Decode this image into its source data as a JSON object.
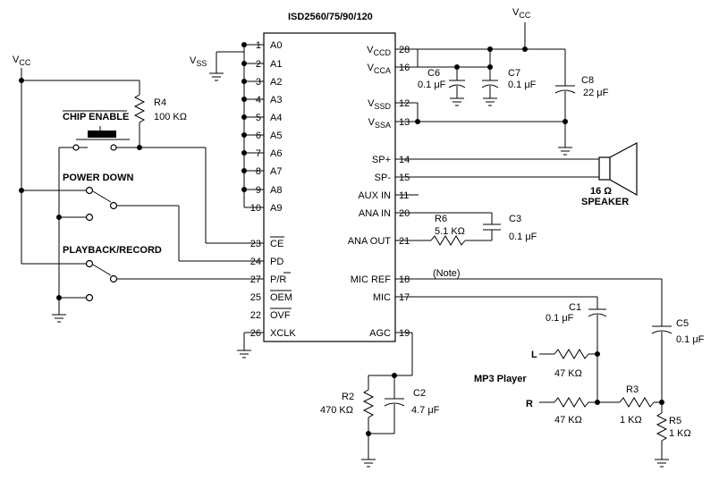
{
  "chip": {
    "title": "ISD2560/75/90/120",
    "left_pins": [
      {
        "num": "1",
        "name": "A0"
      },
      {
        "num": "2",
        "name": "A1"
      },
      {
        "num": "3",
        "name": "A2"
      },
      {
        "num": "4",
        "name": "A3"
      },
      {
        "num": "5",
        "name": "A4"
      },
      {
        "num": "6",
        "name": "A5"
      },
      {
        "num": "7",
        "name": "A6"
      },
      {
        "num": "8",
        "name": "A7"
      },
      {
        "num": "9",
        "name": "A8"
      },
      {
        "num": "10",
        "name": "A9"
      },
      {
        "num": "23",
        "name": "CE"
      },
      {
        "num": "24",
        "name": "PD"
      },
      {
        "num": "27",
        "name": "P/R"
      },
      {
        "num": "25",
        "name": "OEM"
      },
      {
        "num": "22",
        "name": "OVF"
      },
      {
        "num": "26",
        "name": "XCLK"
      }
    ],
    "right_pins": [
      {
        "num": "28",
        "name": "V",
        "sub": "CCD"
      },
      {
        "num": "16",
        "name": "V",
        "sub": "CCA"
      },
      {
        "num": "12",
        "name": "V",
        "sub": "SSD"
      },
      {
        "num": "13",
        "name": "V",
        "sub": "SSA"
      },
      {
        "num": "14",
        "name": "SP+"
      },
      {
        "num": "15",
        "name": "SP-"
      },
      {
        "num": "11",
        "name": "AUX IN"
      },
      {
        "num": "20",
        "name": "ANA IN"
      },
      {
        "num": "21",
        "name": "ANA OUT"
      },
      {
        "num": "18",
        "name": "MIC REF"
      },
      {
        "num": "17",
        "name": "MIC"
      },
      {
        "num": "19",
        "name": "AGC"
      }
    ]
  },
  "labels": {
    "vcc": "V",
    "vcc_sub": "CC",
    "vss": "V",
    "vss_sub": "SS",
    "chip_enable": "CHIP ENABLE",
    "power_down": "POWER DOWN",
    "playback_record": "PLAYBACK/RECORD",
    "note": "(Note)",
    "speaker": "SPEAKER",
    "speaker_ohm": "16 Ω",
    "mp3_player": "MP3 Player",
    "l": "L",
    "r": "R"
  },
  "components": {
    "r4_name": "R4",
    "r4_value": "100 KΩ",
    "r6_name": "R6",
    "r6_value": "5.1 KΩ",
    "r2_name": "R2",
    "r2_value": "470 KΩ",
    "r3_name": "R3",
    "r3_value": "1 KΩ",
    "r5_name": "R5",
    "r5_value": "1 KΩ",
    "rl_value": "47 KΩ",
    "rr_value": "47 KΩ",
    "c1_name": "C1",
    "c1_value": "0.1 μF",
    "c2_name": "C2",
    "c2_value": "4.7 μF",
    "c3_name": "C3",
    "c3_value": "0.1 μF",
    "c5_name": "C5",
    "c5_value": "0.1 μF",
    "c6_name": "C6",
    "c6_value": "0.1 μF",
    "c7_name": "C7",
    "c7_value": "0.1 μF",
    "c8_name": "C8",
    "c8_value": "22 μF"
  }
}
